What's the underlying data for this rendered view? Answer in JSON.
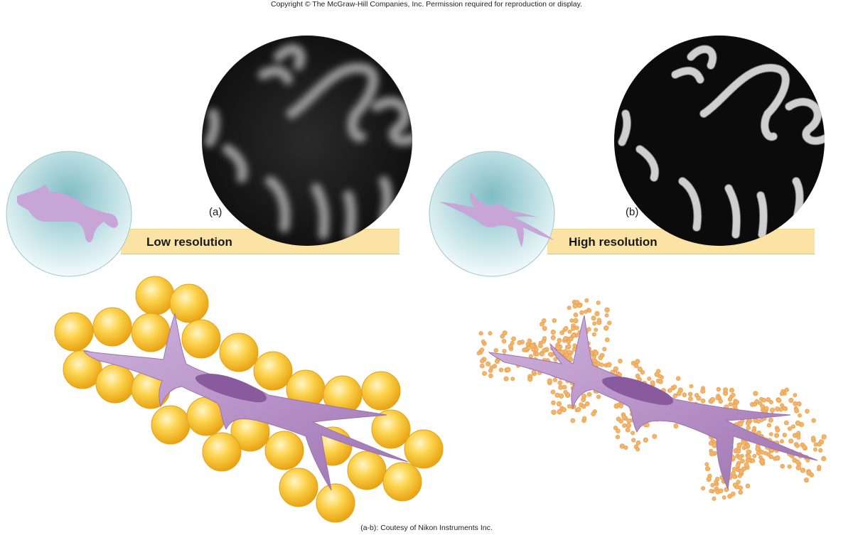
{
  "copyright": "Copyright © The McGraw-Hill Companies, Inc. Permission required for reproduction or display.",
  "credit": "(a-b): Coutesy of Nikon Instruments Inc.",
  "panels": [
    {
      "letter": "(a)",
      "label": "Low resolution"
    },
    {
      "letter": "(b)",
      "label": "High resolution"
    }
  ],
  "colors": {
    "banner": "#fbe3a6",
    "cell": "#b893c8",
    "nucleus": "#8a5a9e",
    "low_res_blob": "#f7c331",
    "high_res_dot": "#f3b56a",
    "micrograph_bg": "#1c1c1c",
    "lens_circle": "#a9d3d8"
  }
}
